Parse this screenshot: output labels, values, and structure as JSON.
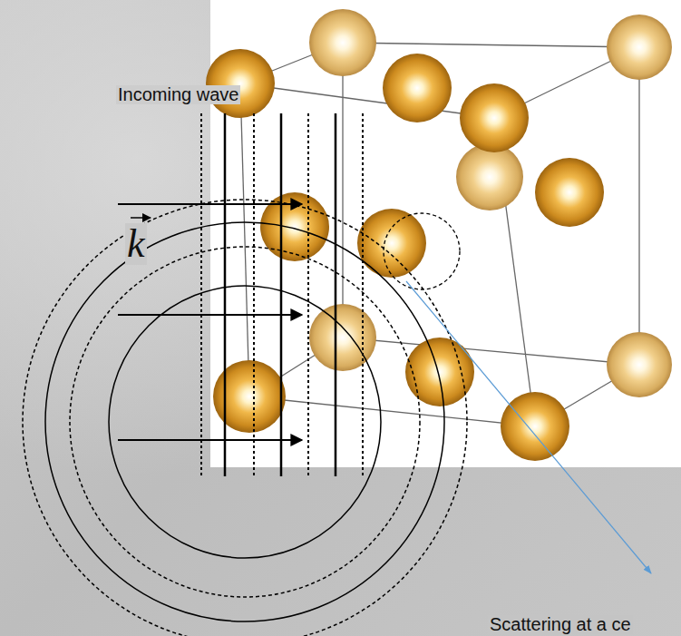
{
  "diagram": {
    "labels": [
      "Incoming wave",
      "k",
      "Scattering at a ce"
    ]
  }
}
